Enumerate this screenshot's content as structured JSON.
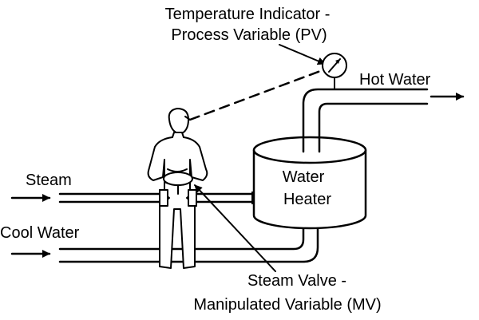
{
  "labels": {
    "temp_indicator_line1": "Temperature Indicator -",
    "temp_indicator_line2": "Process Variable (PV)",
    "hot_water": "Hot Water",
    "steam": "Steam",
    "cool_water": "Cool Water",
    "heater_line1": "Water",
    "heater_line2": "Heater",
    "valve_line1": "Steam Valve -",
    "valve_line2": "Manipulated Variable (MV)"
  }
}
